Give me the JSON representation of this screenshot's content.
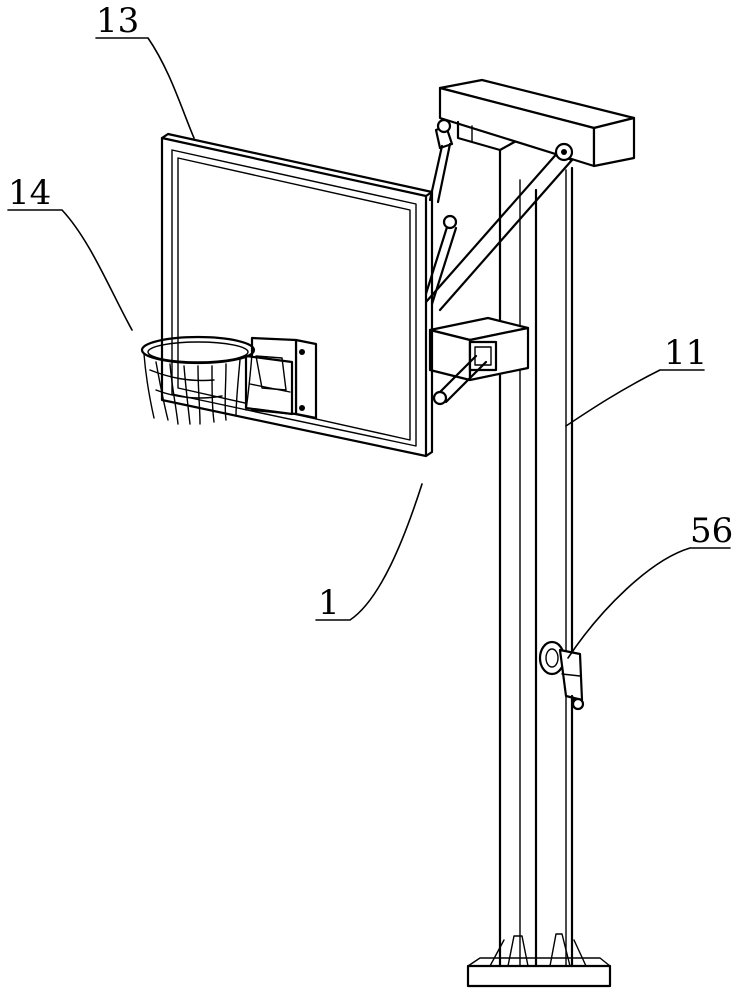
{
  "labels": {
    "backboard": "13",
    "hoop": "14",
    "post": "11",
    "crank": "56",
    "assembly": "1"
  }
}
